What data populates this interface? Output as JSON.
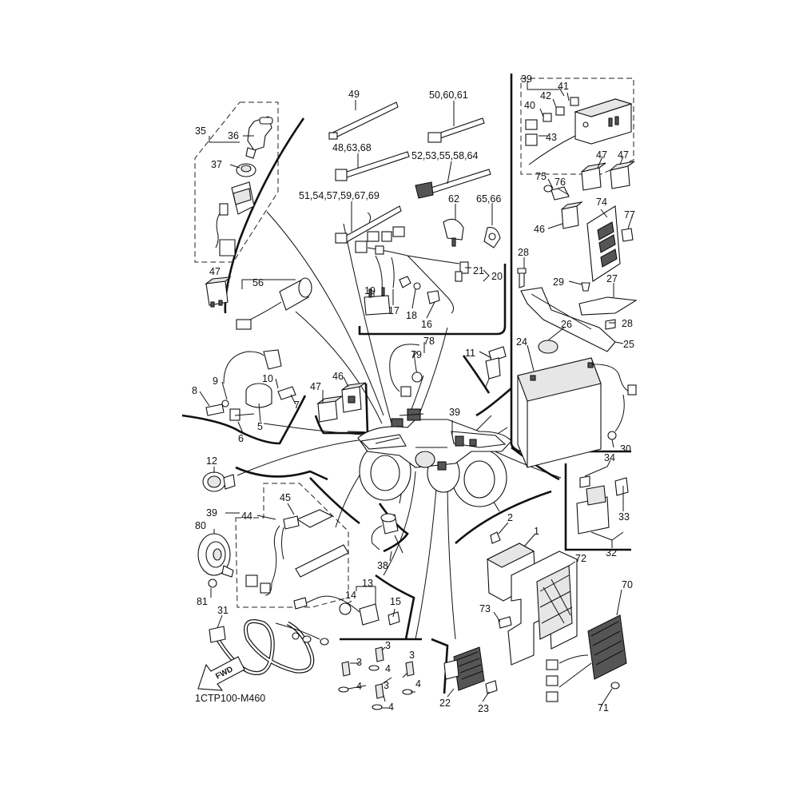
{
  "diagram_code": "1CTP100-M460",
  "fwd_label": "FWD",
  "labels": {
    "p1": "1",
    "p2": "2",
    "p3a": "3",
    "p3b": "3",
    "p3c": "3",
    "p3d": "3",
    "p4a": "4",
    "p4b": "4",
    "p4c": "4",
    "p4d": "4",
    "p5": "5",
    "p6": "6",
    "p7": "7",
    "p8": "8",
    "p9": "9",
    "p10": "10",
    "p11": "11",
    "p12": "12",
    "p13": "13",
    "p14": "14",
    "p15": "15",
    "p16": "16",
    "p17": "17",
    "p18": "18",
    "p19": "19",
    "p20": "20",
    "p21": "21",
    "p22": "22",
    "p23": "23",
    "p24": "24",
    "p25": "25",
    "p26": "26",
    "p27": "27",
    "p28a": "28",
    "p28b": "28",
    "p29": "29",
    "p30": "30",
    "p31": "31",
    "p32": "32",
    "p33": "33",
    "p34": "34",
    "p35": "35",
    "p36": "36",
    "p37": "37",
    "p38": "38",
    "p39a": "39",
    "p39b": "39",
    "p39c": "39",
    "p40": "40",
    "p41": "41",
    "p42": "42",
    "p43": "43",
    "p44": "44",
    "p45": "45",
    "p46a": "46",
    "p46b": "46",
    "p47a": "47",
    "p47b": "47",
    "p47c": "47",
    "p47d": "47",
    "p49": "49",
    "p48_63_68": "48,63,68",
    "p50_60_61": "50,60,61",
    "p51_group": "51,54,57,59,67,69",
    "p52_group": "52,53,55,58,64",
    "p56": "56",
    "p62": "62",
    "p65_66": "65,66",
    "p70": "70",
    "p71": "71",
    "p72": "72",
    "p73": "73",
    "p74": "74",
    "p75": "75",
    "p76": "76",
    "p77": "77",
    "p78": "78",
    "p79": "79",
    "p80": "80",
    "p81": "81"
  }
}
